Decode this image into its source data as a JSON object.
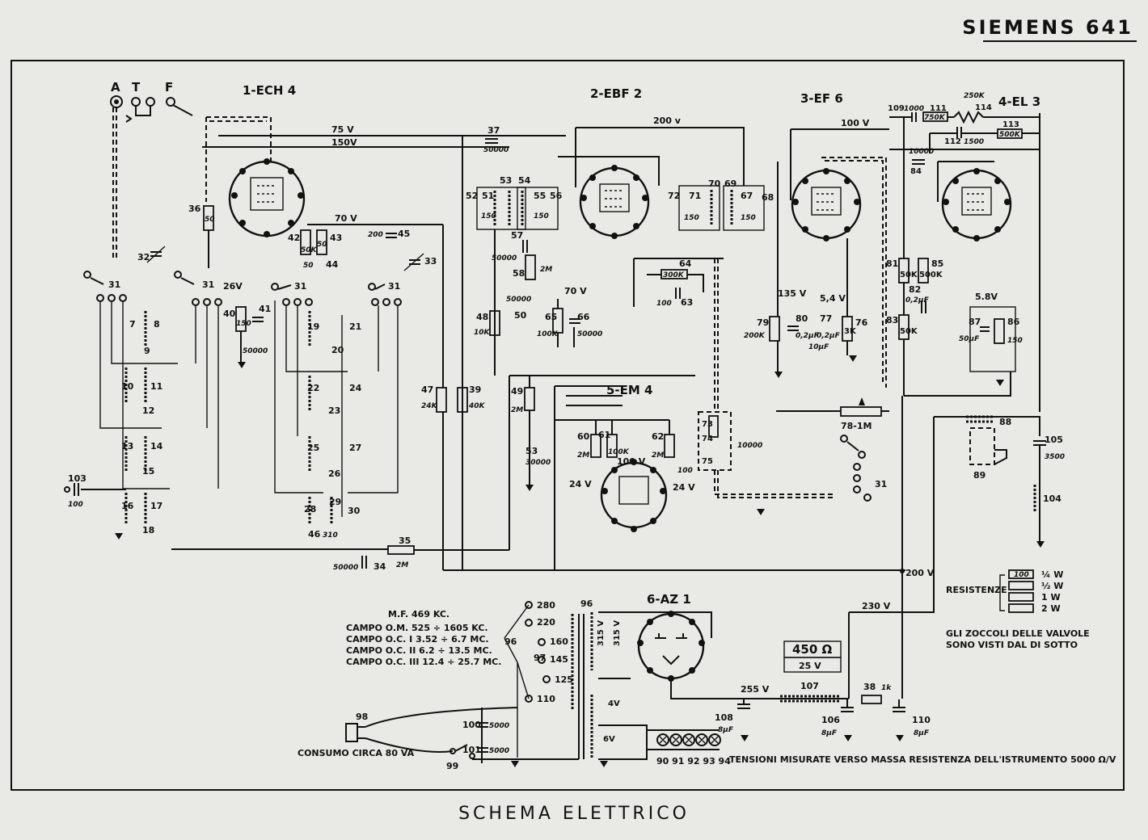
{
  "header": {
    "title": "SIEMENS 641"
  },
  "footer": {
    "caption": "SCHEMA ELETTRICO"
  },
  "tubes": {
    "t1": "1-ECH 4",
    "t2": "2-EBF 2",
    "t3": "3-EF 6",
    "t4": "4-EL 3",
    "t5": "5-EM 4",
    "t6": "6-AZ 1"
  },
  "antenna": {
    "a": "A",
    "t": "T",
    "f": "F"
  },
  "voltages": {
    "v75": "75 V",
    "v150": "150V",
    "v70a": "70 V",
    "v200a": "200 v",
    "v100a": "100 V",
    "v26": "26V",
    "v70b": "70 V",
    "v135": "135 V",
    "v54": "5,4 V",
    "v58": "5.8V",
    "v100b": "100 V",
    "v24a": "24 V",
    "v24b": "24 V",
    "v200b": "200 V",
    "v230": "230 V",
    "v255": "255 V",
    "v315a": "315 V",
    "v315b": "315 V",
    "v4": "4V",
    "v6": "6V",
    "v25": "25 V",
    "r450": "450 Ω"
  },
  "components": {
    "c103": "103",
    "c103v": "100",
    "c7": "7",
    "c8": "8",
    "c9": "9",
    "c10": "10",
    "c11": "11",
    "c12": "12",
    "c13": "13",
    "c14": "14",
    "c15": "15",
    "c16": "16",
    "c17": "17",
    "c18": "18",
    "c19": "19",
    "c20": "20",
    "c21": "21",
    "c22": "22",
    "c23": "23",
    "c24": "24",
    "c25": "25",
    "c26": "26",
    "c27": "27",
    "c28": "28",
    "c29": "29",
    "c30": "30",
    "c31a": "31",
    "c31b": "31",
    "c31c": "31",
    "c31d": "31",
    "c31e": "31",
    "c32": "32",
    "c33": "33",
    "c34": "34",
    "c34v": "50000",
    "c35": "35",
    "c35v": "2M",
    "c36": "36",
    "c36v": "50",
    "c37": "37",
    "c37v": "50000",
    "c40": "40",
    "c40v": "150",
    "c41": "41",
    "c41v": "50000",
    "c42": "42",
    "c42v": "50K",
    "c43": "43",
    "c43v": "50",
    "c44": "44",
    "c44v": "50",
    "c45": "45",
    "c45v": "200",
    "c46": "46",
    "c46v": "310",
    "c47": "47",
    "c47v": "24K",
    "c39": "39",
    "c39v": "40K",
    "c48": "48",
    "c48v": "10K",
    "c49": "49",
    "c49v": "2M",
    "c50": "50",
    "c50v": "50000",
    "c51": "51",
    "c52": "52",
    "c52v": "150",
    "c53": "53",
    "c53b": "53",
    "c53bv": "30000",
    "c54": "54",
    "c55": "55",
    "c56": "56",
    "c55v": "150",
    "c57": "57",
    "c57v": "50000",
    "c58": "58",
    "c58v": "2M",
    "c60": "60",
    "c60v": "2M",
    "c61": "61",
    "c61v": "100K",
    "c62": "62",
    "c62v": "2M",
    "c63": "63",
    "c63v": "100",
    "c64": "64",
    "c64v": "300K",
    "c65": "65",
    "c65v": "100K",
    "c66": "66",
    "c66v": "50000",
    "c67": "67",
    "c68": "68",
    "c69": "69",
    "c67v": "150",
    "c70": "70",
    "c71": "71",
    "c72": "72",
    "c71v": "150",
    "c73": "73",
    "c74": "74",
    "c75": "75",
    "c74v": "100",
    "c75v": "10000",
    "c76": "76",
    "c76v": "3K",
    "c77": "77",
    "c77v": "0,2μF",
    "c77b": "10μF",
    "c78": "78-1M",
    "c79": "79",
    "c79v": "200K",
    "c80": "80",
    "c80v": "0,2μF",
    "c81": "81",
    "c81v": "50K",
    "c82": "82",
    "c82v": "0,2μF",
    "c83": "83",
    "c83v": "50K",
    "c84": "84",
    "c84v": "10000",
    "c85": "85",
    "c85v": "500K",
    "c86": "86",
    "c86v": "150",
    "c87": "87",
    "c87v": "50μF",
    "c88": "88",
    "c89": "89",
    "c104": "104",
    "c105": "105",
    "c105v": "3500",
    "c106": "106",
    "c106v": "8μF",
    "c107": "107",
    "c108": "108",
    "c108v": "8μF",
    "c109": "109",
    "c109v": "1000",
    "c110": "110",
    "c110v": "8μF",
    "c111": "111",
    "c111v": "750K",
    "c112": "112",
    "c112v": "1500",
    "c113": "113",
    "c113v": "500K",
    "c114": "114",
    "c114v": "250K",
    "c38": "38",
    "c38v": "1k",
    "c96": "96",
    "c97": "97",
    "c98": "98",
    "c99": "99",
    "c100": "100",
    "c100v": "5000",
    "c101": "101",
    "c101v": "5000",
    "taps": [
      "280",
      "220",
      "160",
      "145",
      "125",
      "110"
    ],
    "lamps": "90 91 92 93 94"
  },
  "info": {
    "mf": "M.F. 469 KC.",
    "om": "CAMPO O.M. 525 ÷ 1605 KC.",
    "oc1": "CAMPO O.C. I 3.52 ÷ 6.7 MC.",
    "oc2": "CAMPO O.C. II 6.2 ÷ 13.5 MC.",
    "oc3": "CAMPO O.C. III 12.4 ÷ 25.7 MC.",
    "consumo": "CONSUMO CIRCA 80 VA",
    "tensioni": "TENSIONI MISURATE VERSO MASSA RESISTENZA DELL'ISTRUMENTO 5000 Ω/V",
    "resistenze": "RESISTENZE",
    "w14": "¼ W",
    "w12": "½ W",
    "w1": "1 W",
    "w2": "2 W",
    "r100": "100",
    "zoccoli1": "GLI ZOCCOLI DELLE VALVOLE",
    "zoccoli2": "SONO VISTI DAL DI SOTTO"
  }
}
